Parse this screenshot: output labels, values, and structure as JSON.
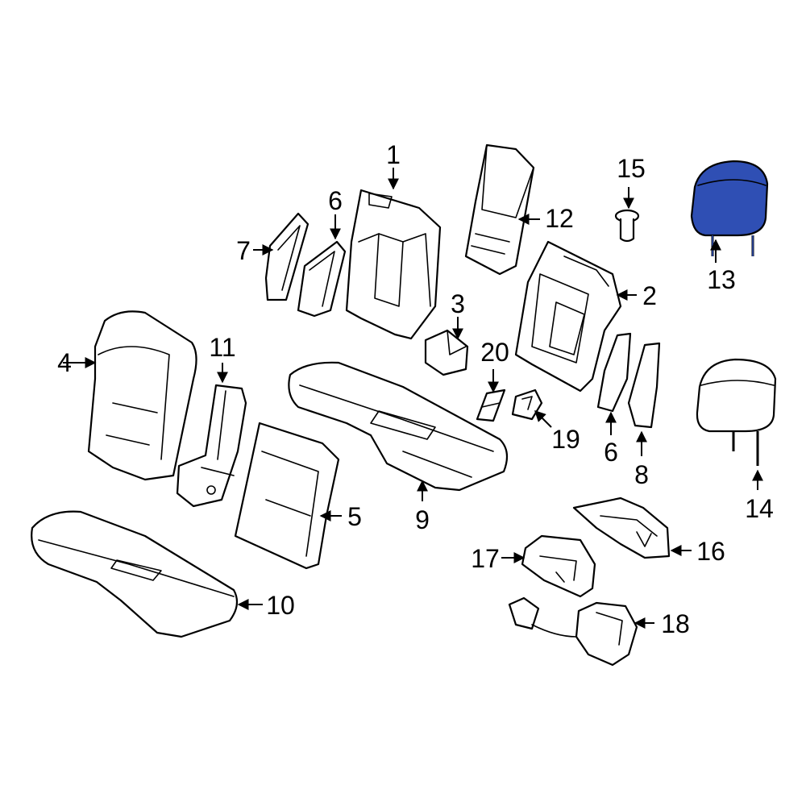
{
  "diagram": {
    "highlight_color": "#2f4fb4",
    "callouts": {
      "c1": "1",
      "c2": "2",
      "c3": "3",
      "c4": "4",
      "c5": "5",
      "c6a": "6",
      "c6b": "6",
      "c7": "7",
      "c8": "8",
      "c9": "9",
      "c10": "10",
      "c11": "11",
      "c12": "12",
      "c13": "13",
      "c14": "14",
      "c15": "15",
      "c16": "16",
      "c17": "17",
      "c18": "18",
      "c19": "19",
      "c20": "20"
    }
  }
}
